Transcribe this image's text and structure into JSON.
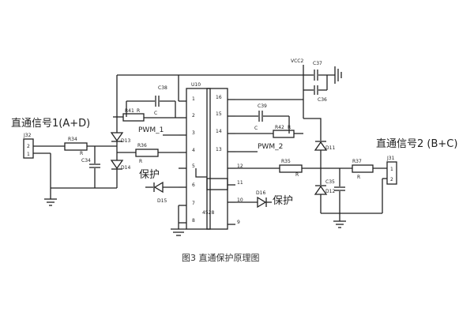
{
  "signals": {
    "in_label": "直通信号1(A+D)",
    "out_label": "直通信号2 (B+C)",
    "protect_label_left": "保护",
    "protect_label_right": "保护"
  },
  "caption": "图3   直通保护原理图",
  "chip": {
    "name": "U10",
    "part": "4528",
    "pins": {
      "p1": "1",
      "p2": "2",
      "p3": "3",
      "p4": "4",
      "p5": "5",
      "p6": "6",
      "p7": "7",
      "p8": "8",
      "p9": "9",
      "p10": "10",
      "p11": "11",
      "p12": "12",
      "p13": "13",
      "p14": "14",
      "p15": "15",
      "p16": "16"
    }
  },
  "nets": {
    "vcc": "VCC2",
    "pwm1": "PWM_1",
    "pwm2": "PWM_2"
  },
  "parts": {
    "j32": "J32",
    "j32_p2": "2",
    "j32_p1": "1",
    "j31": "J31",
    "j31_p1": "1",
    "j31_p2": "2",
    "r34": "R34",
    "r34_v": "R",
    "r41": "R41",
    "r41_v": "R",
    "r36": "R36",
    "r36_v": "R",
    "r42": "R42",
    "r42_v": "R",
    "r35": "R35",
    "r35_v": "R",
    "r37": "R37",
    "r37_v": "R",
    "c34": "C34",
    "c38": "C38",
    "c38_v": "C",
    "c39": "C39",
    "c39_v": "C",
    "c37": "C37",
    "c36": "C36",
    "c35": "C35",
    "d13": "D13",
    "d14": "D14",
    "d15": "D15",
    "d16": "D16",
    "d11": "D11",
    "d12": "D12"
  }
}
